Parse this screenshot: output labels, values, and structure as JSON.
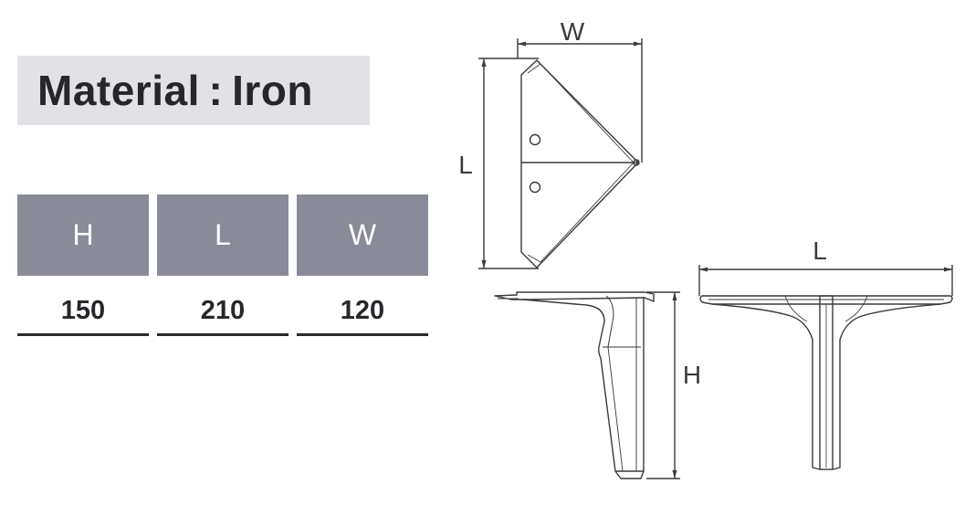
{
  "material": {
    "text": "Material : Iron"
  },
  "dimensions": [
    {
      "label": "H",
      "value": "150"
    },
    {
      "label": "L",
      "value": "210"
    },
    {
      "label": "W",
      "value": "120"
    }
  ],
  "drawing_labels": {
    "top_view_width": "W",
    "top_view_length": "L",
    "side_view_height": "H",
    "front_view_length": "L"
  },
  "colors": {
    "material_bg": "#e2e1e6",
    "header_bg": "#8a8b98",
    "text_dark": "#26262b",
    "line": "#3a3a3a"
  }
}
